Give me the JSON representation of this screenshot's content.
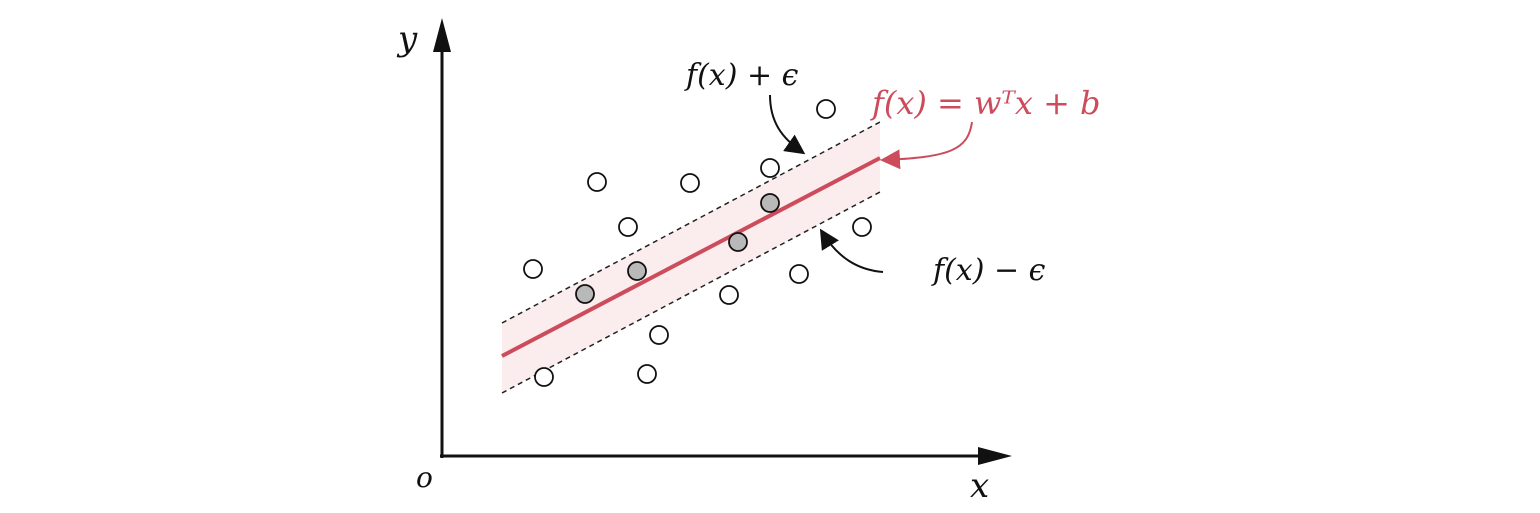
{
  "diagram": {
    "axes": {
      "origin_label": "o",
      "x_label": "x",
      "y_label": "y"
    },
    "labels": {
      "upper": "f(x) + ϵ",
      "main": "f(x) = wᵀx + b",
      "lower": "f(x) − ϵ"
    },
    "colors": {
      "regression_line": "#cc4c5c",
      "band_fill": "#fbeced",
      "point_outside": "#ffffff",
      "point_inside": "#b9b9b9",
      "ink": "#111111"
    },
    "points": [
      {
        "id": "p1",
        "inside_band": false
      },
      {
        "id": "p2",
        "inside_band": false
      },
      {
        "id": "p3",
        "inside_band": false
      },
      {
        "id": "p4",
        "inside_band": false
      },
      {
        "id": "p5",
        "inside_band": false
      },
      {
        "id": "p6",
        "inside_band": false
      },
      {
        "id": "p7",
        "inside_band": false
      },
      {
        "id": "p8",
        "inside_band": false
      },
      {
        "id": "p9",
        "inside_band": false
      },
      {
        "id": "p10",
        "inside_band": false
      },
      {
        "id": "p11",
        "inside_band": false
      },
      {
        "id": "p12",
        "inside_band": false
      },
      {
        "id": "p13",
        "inside_band": false
      },
      {
        "id": "p14",
        "inside_band": true
      },
      {
        "id": "p15",
        "inside_band": true
      },
      {
        "id": "p16",
        "inside_band": true
      },
      {
        "id": "p17",
        "inside_band": true
      }
    ]
  }
}
